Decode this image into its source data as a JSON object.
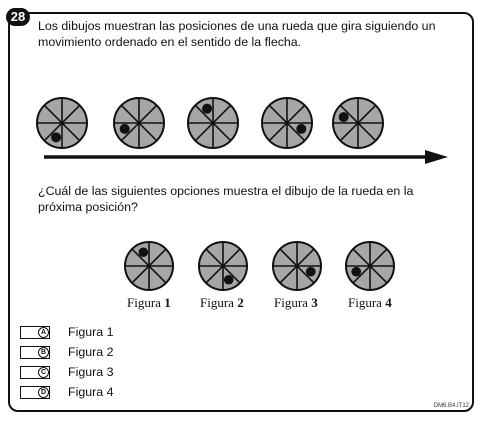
{
  "question_number": "28",
  "intro_text": "Los dibujos muestran las posiciones de una rueda que gira siguiendo un movimiento ordenado en el sentido de la flecha.",
  "question_text": "¿Cuál de las siguientes opciones muestra el dibujo de la rueda en la próxima posición?",
  "sequence_wheels": [
    {
      "dot_sector": "bottom-left-lower"
    },
    {
      "dot_sector": "left-lower"
    },
    {
      "dot_sector": "top-left-upper"
    },
    {
      "dot_sector": "right-lower"
    },
    {
      "dot_sector": "left-upper"
    }
  ],
  "figures": [
    {
      "prefix": "Figura",
      "number": "1",
      "dot_sector": "top-left-upper"
    },
    {
      "prefix": "Figura",
      "number": "2",
      "dot_sector": "bottom-right-lower"
    },
    {
      "prefix": "Figura",
      "number": "3",
      "dot_sector": "right-lower"
    },
    {
      "prefix": "Figura",
      "number": "4",
      "dot_sector": "left-lower"
    }
  ],
  "options": [
    {
      "letter": "A",
      "text": "Figura 1"
    },
    {
      "letter": "B",
      "text": "Figura 2"
    },
    {
      "letter": "C",
      "text": "Figura 3"
    },
    {
      "letter": "D",
      "text": "Figura 4"
    }
  ],
  "item_code": "DM6.B4.IT12",
  "colors": {
    "wheel_fill": "#a6a6a6",
    "ink": "#111111"
  }
}
